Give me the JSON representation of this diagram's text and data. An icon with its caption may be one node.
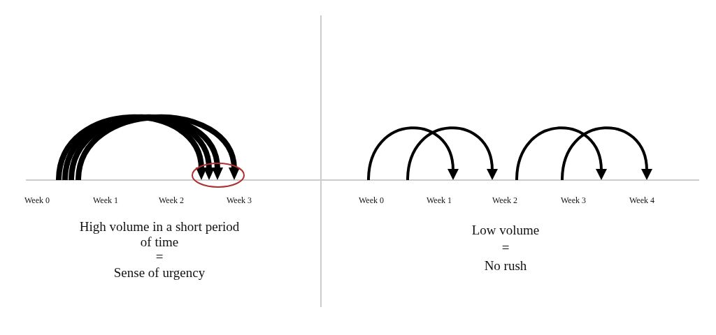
{
  "diagram": {
    "labels": [
      "Week 0",
      "Week 1",
      "Week 2",
      "Week 3",
      "Week 0",
      "Week 1",
      "Week 2",
      "Week 3",
      "Week 4",
      "High volume in a short period of time",
      "=",
      "Sense of urgency",
      "Low volume",
      "=",
      "No rush"
    ]
  }
}
